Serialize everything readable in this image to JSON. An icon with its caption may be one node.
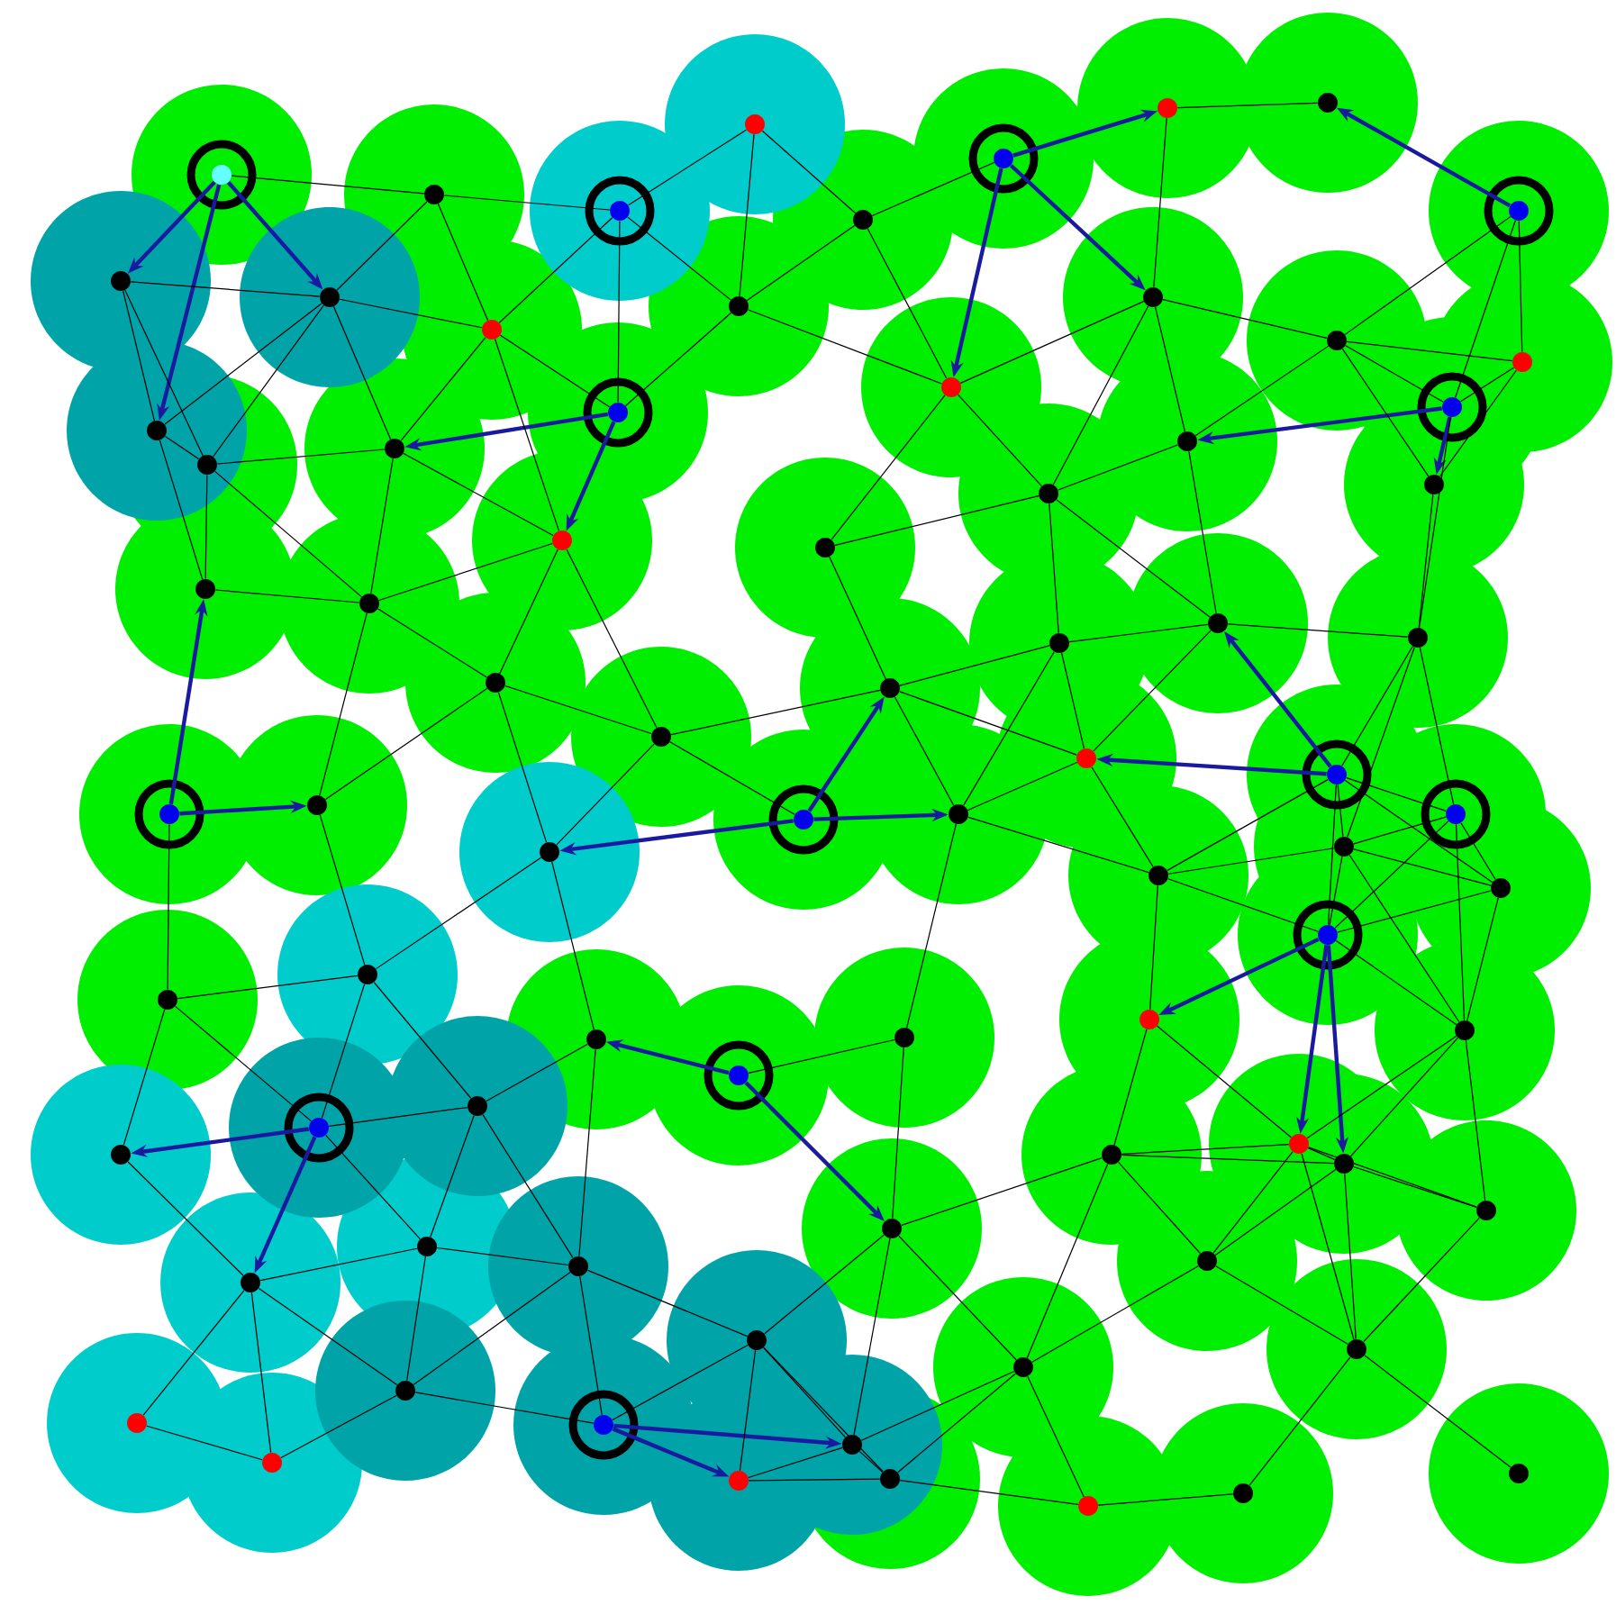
{
  "diagram": {
    "nodes": [
      {
        "text": [],
        "shape": "circle"
      },
      {
        "text": [],
        "shape": "circle"
      },
      {
        "text": [],
        "shape": "circle"
      },
      {
        "text": [],
        "shape": "circle"
      },
      {
        "text": [],
        "shape": "circle"
      },
      {
        "text": [],
        "shape": "circle"
      },
      {
        "text": [],
        "shape": "circle"
      },
      {
        "text": [],
        "shape": "circle"
      },
      {
        "text": [],
        "shape": "circle"
      },
      {
        "text": [],
        "shape": "circle"
      },
      {
        "text": [],
        "shape": "circle"
      },
      {
        "text": [],
        "shape": "circle"
      },
      {
        "text": [],
        "shape": "circle"
      },
      {
        "text": [],
        "shape": "circle"
      },
      {
        "text": [],
        "shape": "circle"
      },
      {
        "text": [],
        "shape": "circle"
      },
      {
        "text": [],
        "shape": "circle"
      },
      {
        "text": [],
        "shape": "circle"
      },
      {
        "text": [],
        "shape": "circle"
      },
      {
        "text": [],
        "shape": "circle"
      },
      {
        "text": [],
        "shape": "circle"
      },
      {
        "text": [],
        "shape": "circle"
      },
      {
        "text": [],
        "shape": "circle"
      },
      {
        "text": [],
        "shape": "circle"
      },
      {
        "text": [],
        "shape": "circle"
      },
      {
        "text": [],
        "shape": "circle"
      },
      {
        "text": [],
        "shape": "circle"
      },
      {
        "text": [],
        "shape": "circle"
      },
      {
        "text": [],
        "shape": "circle"
      },
      {
        "text": [],
        "shape": "circle"
      },
      {
        "text": [],
        "shape": "circle"
      },
      {
        "text": [],
        "shape": "circle"
      },
      {
        "text": [],
        "shape": "circle"
      },
      {
        "text": [],
        "shape": "circle"
      },
      {
        "text": [],
        "shape": "circle"
      },
      {
        "text": [],
        "shape": "circle"
      },
      {
        "text": [],
        "shape": "circle"
      },
      {
        "text": [],
        "shape": "circle"
      },
      {
        "text": [],
        "shape": "circle"
      },
      {
        "text": [],
        "shape": "circle"
      },
      {
        "text": [],
        "shape": "circle"
      },
      {
        "text": [],
        "shape": "circle"
      },
      {
        "text": [],
        "shape": "circle"
      },
      {
        "text": [],
        "shape": "circle"
      },
      {
        "text": [],
        "shape": "circle"
      },
      {
        "text": [],
        "shape": "circle"
      },
      {
        "text": [],
        "shape": "circle"
      },
      {
        "text": [],
        "shape": "circle"
      },
      {
        "text": [],
        "shape": "circle"
      },
      {
        "text": [],
        "shape": "circle"
      },
      {
        "text": [],
        "shape": "circle"
      },
      {
        "text": [],
        "shape": "circle"
      },
      {
        "text": [],
        "shape": "circle"
      },
      {
        "text": [],
        "shape": "circle"
      },
      {
        "text": [],
        "shape": "circle"
      },
      {
        "text": [],
        "shape": "circle"
      },
      {
        "text": [],
        "shape": "circle"
      },
      {
        "text": [],
        "shape": "circle"
      },
      {
        "text": [],
        "shape": "circle"
      },
      {
        "text": [],
        "shape": "circle"
      },
      {
        "text": [],
        "shape": "circle"
      },
      {
        "text": [],
        "shape": "circle"
      },
      {
        "text": [],
        "shape": "circle"
      },
      {
        "text": [],
        "shape": "circle"
      },
      {
        "text": [],
        "shape": "circle"
      },
      {
        "text": [],
        "shape": "circle"
      },
      {
        "text": [],
        "shape": "circle"
      },
      {
        "text": [],
        "shape": "circle"
      },
      {
        "text": [],
        "shape": "circle"
      },
      {
        "text": [],
        "shape": "circle"
      },
      {
        "text": [],
        "shape": "circle"
      },
      {
        "text": [],
        "shape": "circle"
      },
      {
        "text": [],
        "shape": "circle"
      },
      {
        "text": [],
        "shape": "circle"
      },
      {
        "text": [],
        "shape": "circle"
      },
      {
        "text": [],
        "shape": "circle"
      },
      {
        "text": [],
        "shape": "circle"
      },
      {
        "text": [],
        "shape": "circle"
      },
      {
        "text": [],
        "shape": "circle"
      }
    ],
    "edges": [
      {
        "from": 0,
        "to": 9,
        "arrow": "to",
        "style": "thick",
        "color": "#1a1aa0"
      },
      {
        "from": 0,
        "to": 10,
        "arrow": "to",
        "style": "thick",
        "color": "#1a1aa0"
      },
      {
        "from": 0,
        "to": 16,
        "arrow": "to",
        "style": "thick",
        "color": "#1a1aa0"
      },
      {
        "from": 5,
        "to": 6,
        "arrow": "to",
        "style": "thick",
        "color": "#1a1aa0"
      },
      {
        "from": 5,
        "to": 13,
        "arrow": "to",
        "style": "thick",
        "color": "#1a1aa0"
      },
      {
        "from": 5,
        "to": 20,
        "arrow": "to",
        "style": "thick",
        "color": "#1a1aa0"
      },
      {
        "from": 8,
        "to": 7,
        "arrow": "to",
        "style": "thick",
        "color": "#1a1aa0"
      },
      {
        "from": 19,
        "to": 18,
        "arrow": "to",
        "style": "thick",
        "color": "#1a1aa0"
      },
      {
        "from": 19,
        "to": 24,
        "arrow": "to",
        "style": "thick",
        "color": "#1a1aa0"
      },
      {
        "from": 22,
        "to": 21,
        "arrow": "to",
        "style": "thick",
        "color": "#1a1aa0"
      },
      {
        "from": 22,
        "to": 23,
        "arrow": "to",
        "style": "thick",
        "color": "#1a1aa0"
      },
      {
        "from": 36,
        "to": 27,
        "arrow": "to",
        "style": "thick",
        "color": "#1a1aa0"
      },
      {
        "from": 36,
        "to": 37,
        "arrow": "to",
        "style": "thick",
        "color": "#1a1aa0"
      },
      {
        "from": 39,
        "to": 38,
        "arrow": "to",
        "style": "thick",
        "color": "#1a1aa0"
      },
      {
        "from": 39,
        "to": 33,
        "arrow": "to",
        "style": "thick",
        "color": "#1a1aa0"
      },
      {
        "from": 39,
        "to": 40,
        "arrow": "to",
        "style": "thick",
        "color": "#1a1aa0"
      },
      {
        "from": 41,
        "to": 35,
        "arrow": "to",
        "style": "thick",
        "color": "#1a1aa0"
      },
      {
        "from": 41,
        "to": 31,
        "arrow": "to",
        "style": "thick",
        "color": "#1a1aa0"
      },
      {
        "from": 46,
        "to": 52,
        "arrow": "to",
        "style": "thick",
        "color": "#1a1aa0"
      },
      {
        "from": 46,
        "to": 58,
        "arrow": "to",
        "style": "thick",
        "color": "#1a1aa0"
      },
      {
        "from": 46,
        "to": 59,
        "arrow": "to",
        "style": "thick",
        "color": "#1a1aa0"
      },
      {
        "from": 50,
        "to": 49,
        "arrow": "to",
        "style": "thick",
        "color": "#1a1aa0"
      },
      {
        "from": 50,
        "to": 63,
        "arrow": "to",
        "style": "thick",
        "color": "#1a1aa0"
      },
      {
        "from": 55,
        "to": 54,
        "arrow": "to",
        "style": "thick",
        "color": "#1a1aa0"
      },
      {
        "from": 55,
        "to": 64,
        "arrow": "to",
        "style": "thick",
        "color": "#1a1aa0"
      },
      {
        "from": 70,
        "to": 71,
        "arrow": "to",
        "style": "thick",
        "color": "#1a1aa0"
      },
      {
        "from": 70,
        "to": 74,
        "arrow": "to",
        "style": "thick",
        "color": "#1a1aa0"
      },
      {
        "from": 0,
        "to": 1,
        "arrow": "none"
      },
      {
        "from": 1,
        "to": 2,
        "arrow": "none"
      },
      {
        "from": 1,
        "to": 10,
        "arrow": "none"
      },
      {
        "from": 1,
        "to": 11,
        "arrow": "none"
      },
      {
        "from": 2,
        "to": 3,
        "arrow": "none"
      },
      {
        "from": 2,
        "to": 11,
        "arrow": "none"
      },
      {
        "from": 2,
        "to": 12,
        "arrow": "none"
      },
      {
        "from": 2,
        "to": 19,
        "arrow": "none"
      },
      {
        "from": 3,
        "to": 4,
        "arrow": "none"
      },
      {
        "from": 3,
        "to": 12,
        "arrow": "none"
      },
      {
        "from": 4,
        "to": 5,
        "arrow": "none"
      },
      {
        "from": 4,
        "to": 12,
        "arrow": "none"
      },
      {
        "from": 4,
        "to": 20,
        "arrow": "none"
      },
      {
        "from": 6,
        "to": 7,
        "arrow": "none"
      },
      {
        "from": 6,
        "to": 13,
        "arrow": "none"
      },
      {
        "from": 8,
        "to": 14,
        "arrow": "none"
      },
      {
        "from": 8,
        "to": 15,
        "arrow": "none"
      },
      {
        "from": 8,
        "to": 22,
        "arrow": "none"
      },
      {
        "from": 9,
        "to": 10,
        "arrow": "none"
      },
      {
        "from": 9,
        "to": 16,
        "arrow": "none"
      },
      {
        "from": 9,
        "to": 17,
        "arrow": "none"
      },
      {
        "from": 10,
        "to": 11,
        "arrow": "none"
      },
      {
        "from": 10,
        "to": 16,
        "arrow": "none"
      },
      {
        "from": 10,
        "to": 17,
        "arrow": "none"
      },
      {
        "from": 10,
        "to": 18,
        "arrow": "none"
      },
      {
        "from": 11,
        "to": 18,
        "arrow": "none"
      },
      {
        "from": 11,
        "to": 19,
        "arrow": "none"
      },
      {
        "from": 11,
        "to": 24,
        "arrow": "none"
      },
      {
        "from": 12,
        "to": 19,
        "arrow": "none"
      },
      {
        "from": 12,
        "to": 20,
        "arrow": "none"
      },
      {
        "from": 13,
        "to": 14,
        "arrow": "none"
      },
      {
        "from": 13,
        "to": 20,
        "arrow": "none"
      },
      {
        "from": 13,
        "to": 21,
        "arrow": "none"
      },
      {
        "from": 13,
        "to": 26,
        "arrow": "none"
      },
      {
        "from": 14,
        "to": 15,
        "arrow": "none"
      },
      {
        "from": 14,
        "to": 21,
        "arrow": "none"
      },
      {
        "from": 14,
        "to": 22,
        "arrow": "none"
      },
      {
        "from": 14,
        "to": 23,
        "arrow": "none"
      },
      {
        "from": 15,
        "to": 22,
        "arrow": "none"
      },
      {
        "from": 15,
        "to": 23,
        "arrow": "none"
      },
      {
        "from": 16,
        "to": 17,
        "arrow": "none"
      },
      {
        "from": 16,
        "to": 27,
        "arrow": "none"
      },
      {
        "from": 17,
        "to": 18,
        "arrow": "none"
      },
      {
        "from": 17,
        "to": 27,
        "arrow": "none"
      },
      {
        "from": 17,
        "to": 28,
        "arrow": "none"
      },
      {
        "from": 18,
        "to": 24,
        "arrow": "none"
      },
      {
        "from": 18,
        "to": 28,
        "arrow": "none"
      },
      {
        "from": 20,
        "to": 25,
        "arrow": "none"
      },
      {
        "from": 20,
        "to": 26,
        "arrow": "none"
      },
      {
        "from": 21,
        "to": 26,
        "arrow": "none"
      },
      {
        "from": 21,
        "to": 31,
        "arrow": "none"
      },
      {
        "from": 22,
        "to": 32,
        "arrow": "none"
      },
      {
        "from": 23,
        "to": 32,
        "arrow": "none"
      },
      {
        "from": 24,
        "to": 28,
        "arrow": "none"
      },
      {
        "from": 24,
        "to": 29,
        "arrow": "none"
      },
      {
        "from": 24,
        "to": 34,
        "arrow": "none"
      },
      {
        "from": 25,
        "to": 26,
        "arrow": "none"
      },
      {
        "from": 25,
        "to": 33,
        "arrow": "none"
      },
      {
        "from": 26,
        "to": 30,
        "arrow": "none"
      },
      {
        "from": 26,
        "to": 31,
        "arrow": "none"
      },
      {
        "from": 27,
        "to": 28,
        "arrow": "none"
      },
      {
        "from": 28,
        "to": 29,
        "arrow": "none"
      },
      {
        "from": 28,
        "to": 37,
        "arrow": "none"
      },
      {
        "from": 29,
        "to": 34,
        "arrow": "none"
      },
      {
        "from": 29,
        "to": 37,
        "arrow": "none"
      },
      {
        "from": 29,
        "to": 38,
        "arrow": "none"
      },
      {
        "from": 30,
        "to": 31,
        "arrow": "none"
      },
      {
        "from": 30,
        "to": 33,
        "arrow": "none"
      },
      {
        "from": 30,
        "to": 35,
        "arrow": "none"
      },
      {
        "from": 30,
        "to": 40,
        "arrow": "none"
      },
      {
        "from": 31,
        "to": 32,
        "arrow": "none"
      },
      {
        "from": 31,
        "to": 35,
        "arrow": "none"
      },
      {
        "from": 32,
        "to": 41,
        "arrow": "none"
      },
      {
        "from": 32,
        "to": 42,
        "arrow": "none"
      },
      {
        "from": 32,
        "to": 43,
        "arrow": "none"
      },
      {
        "from": 33,
        "to": 34,
        "arrow": "none"
      },
      {
        "from": 33,
        "to": 35,
        "arrow": "none"
      },
      {
        "from": 33,
        "to": 40,
        "arrow": "none"
      },
      {
        "from": 34,
        "to": 38,
        "arrow": "none"
      },
      {
        "from": 34,
        "to": 39,
        "arrow": "none"
      },
      {
        "from": 35,
        "to": 40,
        "arrow": "none"
      },
      {
        "from": 35,
        "to": 44,
        "arrow": "none"
      },
      {
        "from": 36,
        "to": 48,
        "arrow": "none"
      },
      {
        "from": 37,
        "to": 47,
        "arrow": "none"
      },
      {
        "from": 38,
        "to": 47,
        "arrow": "none"
      },
      {
        "from": 38,
        "to": 49,
        "arrow": "none"
      },
      {
        "from": 40,
        "to": 44,
        "arrow": "none"
      },
      {
        "from": 40,
        "to": 51,
        "arrow": "none"
      },
      {
        "from": 41,
        "to": 42,
        "arrow": "none"
      },
      {
        "from": 41,
        "to": 43,
        "arrow": "none"
      },
      {
        "from": 41,
        "to": 44,
        "arrow": "none"
      },
      {
        "from": 41,
        "to": 45,
        "arrow": "none"
      },
      {
        "from": 41,
        "to": 46,
        "arrow": "none"
      },
      {
        "from": 42,
        "to": 43,
        "arrow": "none"
      },
      {
        "from": 42,
        "to": 45,
        "arrow": "none"
      },
      {
        "from": 42,
        "to": 46,
        "arrow": "none"
      },
      {
        "from": 42,
        "to": 53,
        "arrow": "none"
      },
      {
        "from": 43,
        "to": 44,
        "arrow": "none"
      },
      {
        "from": 43,
        "to": 45,
        "arrow": "none"
      },
      {
        "from": 43,
        "to": 46,
        "arrow": "none"
      },
      {
        "from": 43,
        "to": 53,
        "arrow": "none"
      },
      {
        "from": 44,
        "to": 46,
        "arrow": "none"
      },
      {
        "from": 44,
        "to": 52,
        "arrow": "none"
      },
      {
        "from": 45,
        "to": 46,
        "arrow": "none"
      },
      {
        "from": 45,
        "to": 53,
        "arrow": "none"
      },
      {
        "from": 46,
        "to": 53,
        "arrow": "none"
      },
      {
        "from": 47,
        "to": 48,
        "arrow": "none"
      },
      {
        "from": 47,
        "to": 55,
        "arrow": "none"
      },
      {
        "from": 47,
        "to": 56,
        "arrow": "none"
      },
      {
        "from": 48,
        "to": 54,
        "arrow": "none"
      },
      {
        "from": 48,
        "to": 55,
        "arrow": "none"
      },
      {
        "from": 49,
        "to": 56,
        "arrow": "none"
      },
      {
        "from": 49,
        "to": 62,
        "arrow": "none"
      },
      {
        "from": 50,
        "to": 51,
        "arrow": "none"
      },
      {
        "from": 51,
        "to": 63,
        "arrow": "none"
      },
      {
        "from": 52,
        "to": 57,
        "arrow": "none"
      },
      {
        "from": 52,
        "to": 58,
        "arrow": "none"
      },
      {
        "from": 53,
        "to": 58,
        "arrow": "none"
      },
      {
        "from": 53,
        "to": 59,
        "arrow": "none"
      },
      {
        "from": 53,
        "to": 60,
        "arrow": "none"
      },
      {
        "from": 54,
        "to": 64,
        "arrow": "none"
      },
      {
        "from": 55,
        "to": 56,
        "arrow": "none"
      },
      {
        "from": 55,
        "to": 61,
        "arrow": "none"
      },
      {
        "from": 56,
        "to": 61,
        "arrow": "none"
      },
      {
        "from": 56,
        "to": 62,
        "arrow": "none"
      },
      {
        "from": 57,
        "to": 58,
        "arrow": "none"
      },
      {
        "from": 57,
        "to": 59,
        "arrow": "none"
      },
      {
        "from": 57,
        "to": 63,
        "arrow": "none"
      },
      {
        "from": 57,
        "to": 65,
        "arrow": "none"
      },
      {
        "from": 57,
        "to": 67,
        "arrow": "none"
      },
      {
        "from": 58,
        "to": 59,
        "arrow": "none"
      },
      {
        "from": 58,
        "to": 60,
        "arrow": "none"
      },
      {
        "from": 58,
        "to": 65,
        "arrow": "none"
      },
      {
        "from": 58,
        "to": 68,
        "arrow": "none"
      },
      {
        "from": 59,
        "to": 60,
        "arrow": "none"
      },
      {
        "from": 59,
        "to": 65,
        "arrow": "none"
      },
      {
        "from": 59,
        "to": 68,
        "arrow": "none"
      },
      {
        "from": 60,
        "to": 68,
        "arrow": "none"
      },
      {
        "from": 61,
        "to": 62,
        "arrow": "none"
      },
      {
        "from": 61,
        "to": 64,
        "arrow": "none"
      },
      {
        "from": 61,
        "to": 69,
        "arrow": "none"
      },
      {
        "from": 62,
        "to": 66,
        "arrow": "none"
      },
      {
        "from": 62,
        "to": 69,
        "arrow": "none"
      },
      {
        "from": 62,
        "to": 70,
        "arrow": "none"
      },
      {
        "from": 63,
        "to": 66,
        "arrow": "none"
      },
      {
        "from": 63,
        "to": 67,
        "arrow": "none"
      },
      {
        "from": 63,
        "to": 71,
        "arrow": "none"
      },
      {
        "from": 64,
        "to": 69,
        "arrow": "none"
      },
      {
        "from": 64,
        "to": 72,
        "arrow": "none"
      },
      {
        "from": 64,
        "to": 73,
        "arrow": "none"
      },
      {
        "from": 65,
        "to": 67,
        "arrow": "none"
      },
      {
        "from": 65,
        "to": 68,
        "arrow": "none"
      },
      {
        "from": 66,
        "to": 70,
        "arrow": "none"
      },
      {
        "from": 66,
        "to": 71,
        "arrow": "none"
      },
      {
        "from": 66,
        "to": 74,
        "arrow": "none"
      },
      {
        "from": 66,
        "to": 75,
        "arrow": "none"
      },
      {
        "from": 67,
        "to": 71,
        "arrow": "none"
      },
      {
        "from": 67,
        "to": 75,
        "arrow": "none"
      },
      {
        "from": 67,
        "to": 76,
        "arrow": "none"
      },
      {
        "from": 68,
        "to": 77,
        "arrow": "none"
      },
      {
        "from": 68,
        "to": 78,
        "arrow": "none"
      },
      {
        "from": 69,
        "to": 70,
        "arrow": "none"
      },
      {
        "from": 69,
        "to": 73,
        "arrow": "none"
      },
      {
        "from": 71,
        "to": 74,
        "arrow": "none"
      },
      {
        "from": 71,
        "to": 75,
        "arrow": "none"
      },
      {
        "from": 72,
        "to": 73,
        "arrow": "none"
      },
      {
        "from": 74,
        "to": 75,
        "arrow": "none"
      },
      {
        "from": 75,
        "to": 76,
        "arrow": "none"
      },
      {
        "from": 76,
        "to": 77,
        "arrow": "none"
      }
    ]
  }
}
